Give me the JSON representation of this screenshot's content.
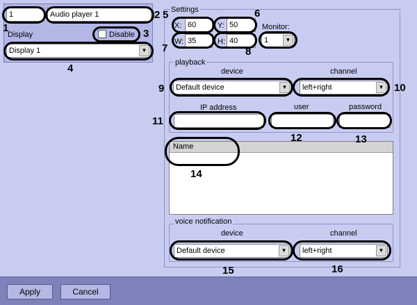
{
  "left_panel": {
    "id_value": "1",
    "name_value": "Audio player 1",
    "display_label": "Display",
    "disable_label": "Disable",
    "display_select": "Display 1"
  },
  "settings": {
    "title": "Settings",
    "x_label": "X:",
    "x_value": "60",
    "y_label": "Y:",
    "y_value": "50",
    "w_label": "W:",
    "w_value": "35",
    "h_label": "H:",
    "h_value": "40",
    "monitor_label": "Monitor:",
    "monitor_value": "1"
  },
  "playback": {
    "title": "playback",
    "device_label": "device",
    "channel_label": "channel",
    "device_value": "Default device",
    "channel_value": "left+right",
    "ip_label": "IP address",
    "user_label": "user",
    "password_label": "password",
    "ip_value": "",
    "user_value": "",
    "password_value": ""
  },
  "list": {
    "column_name": "Name"
  },
  "voice_notification": {
    "title": "voice notification",
    "device_label": "device",
    "channel_label": "channel",
    "device_value": "Default device",
    "channel_value": "left+right"
  },
  "buttons": {
    "apply": "Apply",
    "cancel": "Cancel"
  },
  "callouts": {
    "n1": "1",
    "n2": "2",
    "n3": "3",
    "n4": "4",
    "n5": "5",
    "n6": "6",
    "n7": "7",
    "n8": "8",
    "n9": "9",
    "n10": "10",
    "n11": "11",
    "n12": "12",
    "n13": "13",
    "n14": "14",
    "n15": "15",
    "n16": "16"
  }
}
